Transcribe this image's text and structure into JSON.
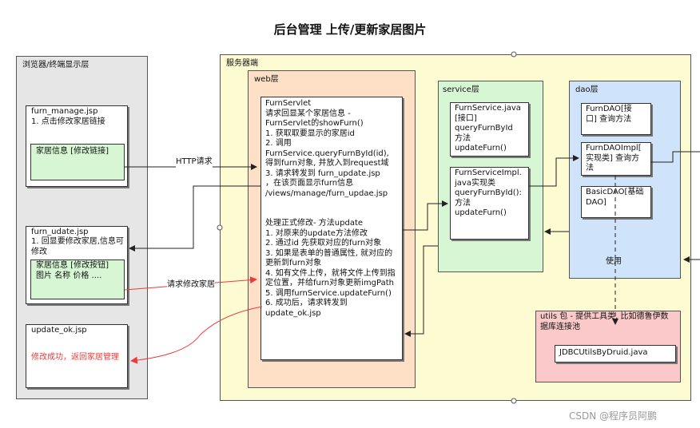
{
  "title": "后台管理 上传/更新家居图片",
  "browser_layer": {
    "label": "浏览器/终端显示层",
    "furn_manage": {
      "header": "furn_manage.jsp",
      "step": "1. 点击修改家居链接",
      "inner": "家居信息 [修改链接]"
    },
    "furn_update": {
      "header": "furn_udate.jsp",
      "step": "1. 回显要修改家居,信息可修改",
      "inner": "家居信息 [修改按钮]\n图片 名称 价格 ...."
    },
    "update_ok": {
      "header": "update_ok.jsp",
      "message": "修改成功，返回家居管理"
    }
  },
  "server_layer": {
    "label": "服务器端"
  },
  "web_layer": {
    "label": "web层",
    "servlet_text": "FurnServlet\n请求回显某个家居信息 -\nFurnServlet的showFurn()\n1. 获取取要显示的家居id\n2. 调用\nFurnService.queryFurnById(id),\n得到furn对象, 并放入到request域\n3. 请求转发到 furn_update.jsp\n，在该页面显示furn信息\n/views/manage/furn_updae.jsp\n\n\n处理正式修改- 方法update\n1. 对原来的update方法修改\n2. 通过id 先获取对应的furn对象\n3. 如果是表单的普通属性, 就对应的\n更新到furn对象\n4. 如有文件上传，就将文件上传到指\n定位置，并给furn对象更新imgPath\n5. 调用furnService.updateFurn()\n6. 成功后，请求转发到\nupdate_ok.jsp"
  },
  "service_layer": {
    "label": "service层",
    "interface_text": "FurnService.java\n[接口]\nqueryFurnById\n方法\nupdateFurn()",
    "impl_text": "FurnServiceImpl.\njava实现类\nqueryFurnById():\n方法\nupdateFurn()"
  },
  "dao_layer": {
    "label": "dao层",
    "furndao_text": "FurnDAO[接\n口] 查询方法",
    "furndaoimpl_text": "FurnDAOImpl[\n实现类] 查询方\n法",
    "basicdao_text": "BasicDAO[基础\nDAO]",
    "uses_label": "使用"
  },
  "utils_layer": {
    "label": "utils 包 - 提供工具类, 比如德鲁伊数\n据库连接池",
    "class_name": "JDBCUtilsByDruid.java"
  },
  "edge_labels": {
    "http_request": "HTTP请求",
    "request_modify": "请求修改家居"
  },
  "colors": {
    "browser_bg": "#e6e6e6",
    "server_bg": "#fdfbd2",
    "web_bg": "#fde0c6",
    "service_bg": "#d7f7d4",
    "dao_bg": "#cfe3fb",
    "utils_bg": "#fbc9c9",
    "red_accent": "#ee3a3a"
  },
  "watermark": "CSDN @程序员阿鹏"
}
